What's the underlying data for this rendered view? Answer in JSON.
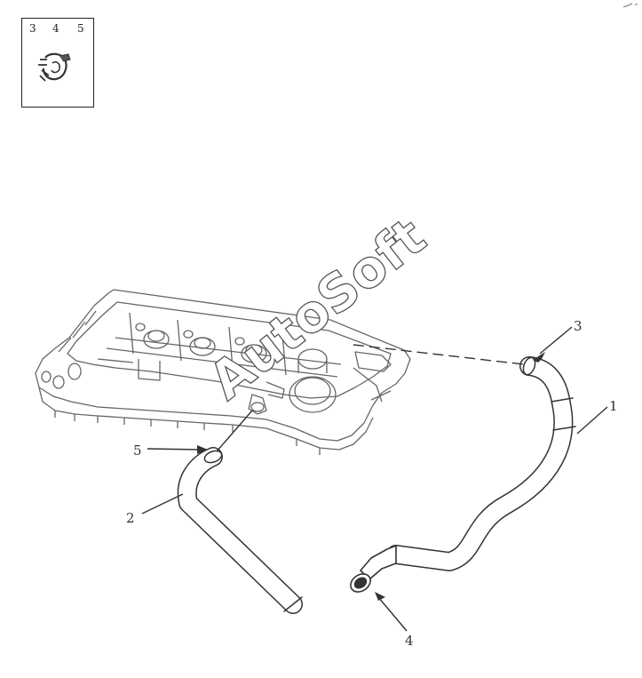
{
  "legend": {
    "numbers": [
      "3",
      "4",
      "5"
    ],
    "icon": "hose-clamp-icon"
  },
  "callouts": {
    "c1": "1",
    "c2": "2",
    "c3": "3",
    "c4": "4",
    "c5": "5"
  },
  "watermark": "AutoSoft",
  "colors": {
    "line": "#333333",
    "background": "#ffffff"
  }
}
